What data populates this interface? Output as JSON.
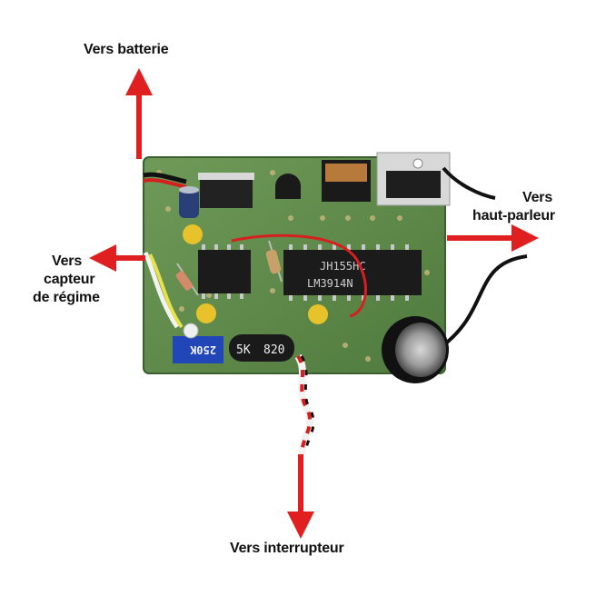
{
  "labels": {
    "battery": "Vers batterie",
    "speaker_line1": "Vers",
    "speaker_line2": "haut-parleur",
    "sensor_line1": "Vers",
    "sensor_line2": "capteur",
    "sensor_line3": "de régime",
    "switch": "Vers interrupteur"
  },
  "components": {
    "ic_main_line1": "JH155HC",
    "ic_main_line2": "LM3914N",
    "trimmer": "250K",
    "resistor_label_1": "5K",
    "resistor_label_2": "820"
  },
  "colors": {
    "pcb": "#5f8a4a",
    "arrow": "#e02020",
    "chip": "#1b1b1b",
    "trimmer": "#2046b8"
  }
}
